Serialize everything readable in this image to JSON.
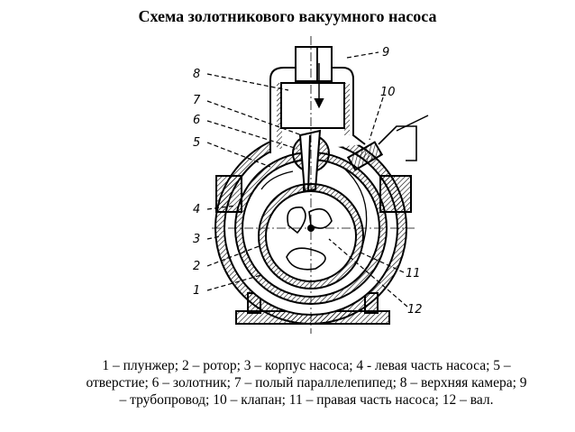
{
  "title": "Схема золотникового вакуумного насоса",
  "labels": [
    "1",
    "2",
    "3",
    "4",
    "5",
    "6",
    "7",
    "8",
    "9",
    "10",
    "11",
    "12"
  ],
  "caption": {
    "line1": "1 – плунжер; 2 – ротор; 3 – корпус насоса; 4 - левая часть насоса; 5 –",
    "line2": "отверстие;  6 – золотник; 7 – полый параллелепипед; 8 – верхняя камера; 9",
    "line3": "– трубопровод;  10 – клапан; 11 – правая часть насоса; 12 – вал."
  }
}
